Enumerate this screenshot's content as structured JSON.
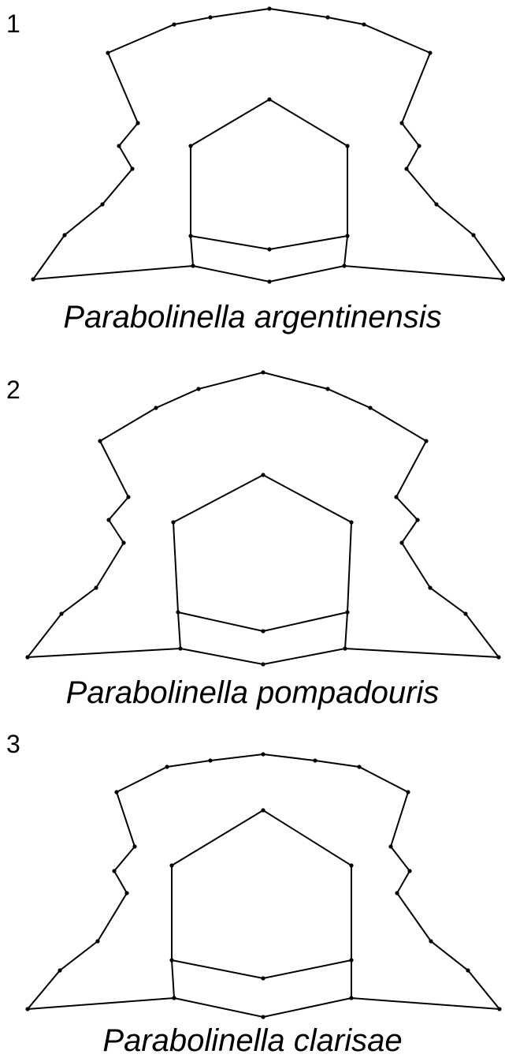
{
  "panels": [
    {
      "number": "1",
      "species": "Parabolinella argentinensis"
    },
    {
      "number": "2",
      "species": "Parabolinella pompadouris"
    },
    {
      "number": "3",
      "species": "Parabolinella clarisae"
    }
  ],
  "colors": {
    "line": "#000000",
    "background": "#ffffff"
  }
}
